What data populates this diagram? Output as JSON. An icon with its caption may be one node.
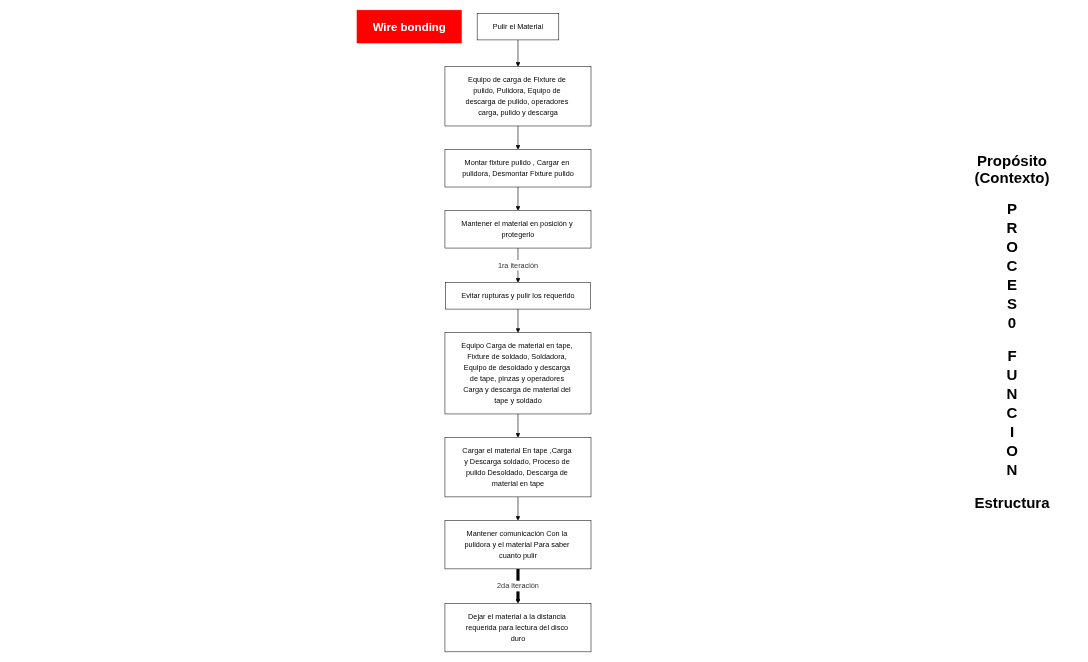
{
  "diagram": {
    "nodes": [
      {
        "text": [
          "Mantener comunicación Con la pulidora y el material Para saber cuanto pulir"
        ]
      },
      {
        "text": [
          "Mantener el material en posición y protegerlo"
        ]
      },
      {
        "text": [
          "Cargar el material En tape ,Carga y Descarga soldado, Proceso de pulido Desoldado, Descarga de material en tape"
        ]
      },
      {
        "text": [
          "Montar fixture pulido , Cargar en pulidora, Desmontar Fixture pulido"
        ]
      },
      {
        "text": [
          "Wire bonding"
        ]
      },
      {
        "text": [
          "Pulir el Material"
        ]
      },
      {
        "text": [
          "Evitar rupturas y pulir los requerido"
        ]
      },
      {
        "text": [
          "Dejar el material a la distancia requerida para lectura del disco duro"
        ]
      },
      {
        "text": [
          "Equipo de carga de Fixture de pulido, Pulidora, Equipo de descarga de pulido, operadores carga, pulido y descarga"
        ]
      },
      {
        "text": [
          "Equipo Carga de material en tape, Fixture de soldado, Soldadora, Equipo de desoldado y descarga de tape, pinzas y operadores Carga y descarga de material del tape y soldado"
        ]
      }
    ],
    "edges": [
      {
        "from": 2,
        "to": 0,
        "arrow": "to"
      },
      {
        "from": 0,
        "to": 7,
        "arrow": "to",
        "label": "2da iteración",
        "style": "thick"
      },
      {
        "from": 3,
        "to": 1,
        "arrow": "to"
      },
      {
        "from": 1,
        "to": 6,
        "arrow": "to",
        "label": "1ra iteración"
      },
      {
        "from": 5,
        "to": 8,
        "arrow": "to"
      },
      {
        "from": 8,
        "to": 3,
        "arrow": "to"
      },
      {
        "from": 6,
        "to": 9,
        "arrow": "to"
      },
      {
        "from": 9,
        "to": 2,
        "arrow": "to"
      }
    ],
    "labels": [
      "Propósito (Contexto)",
      "PROCES0",
      "FUNCION",
      "Estructura"
    ]
  }
}
